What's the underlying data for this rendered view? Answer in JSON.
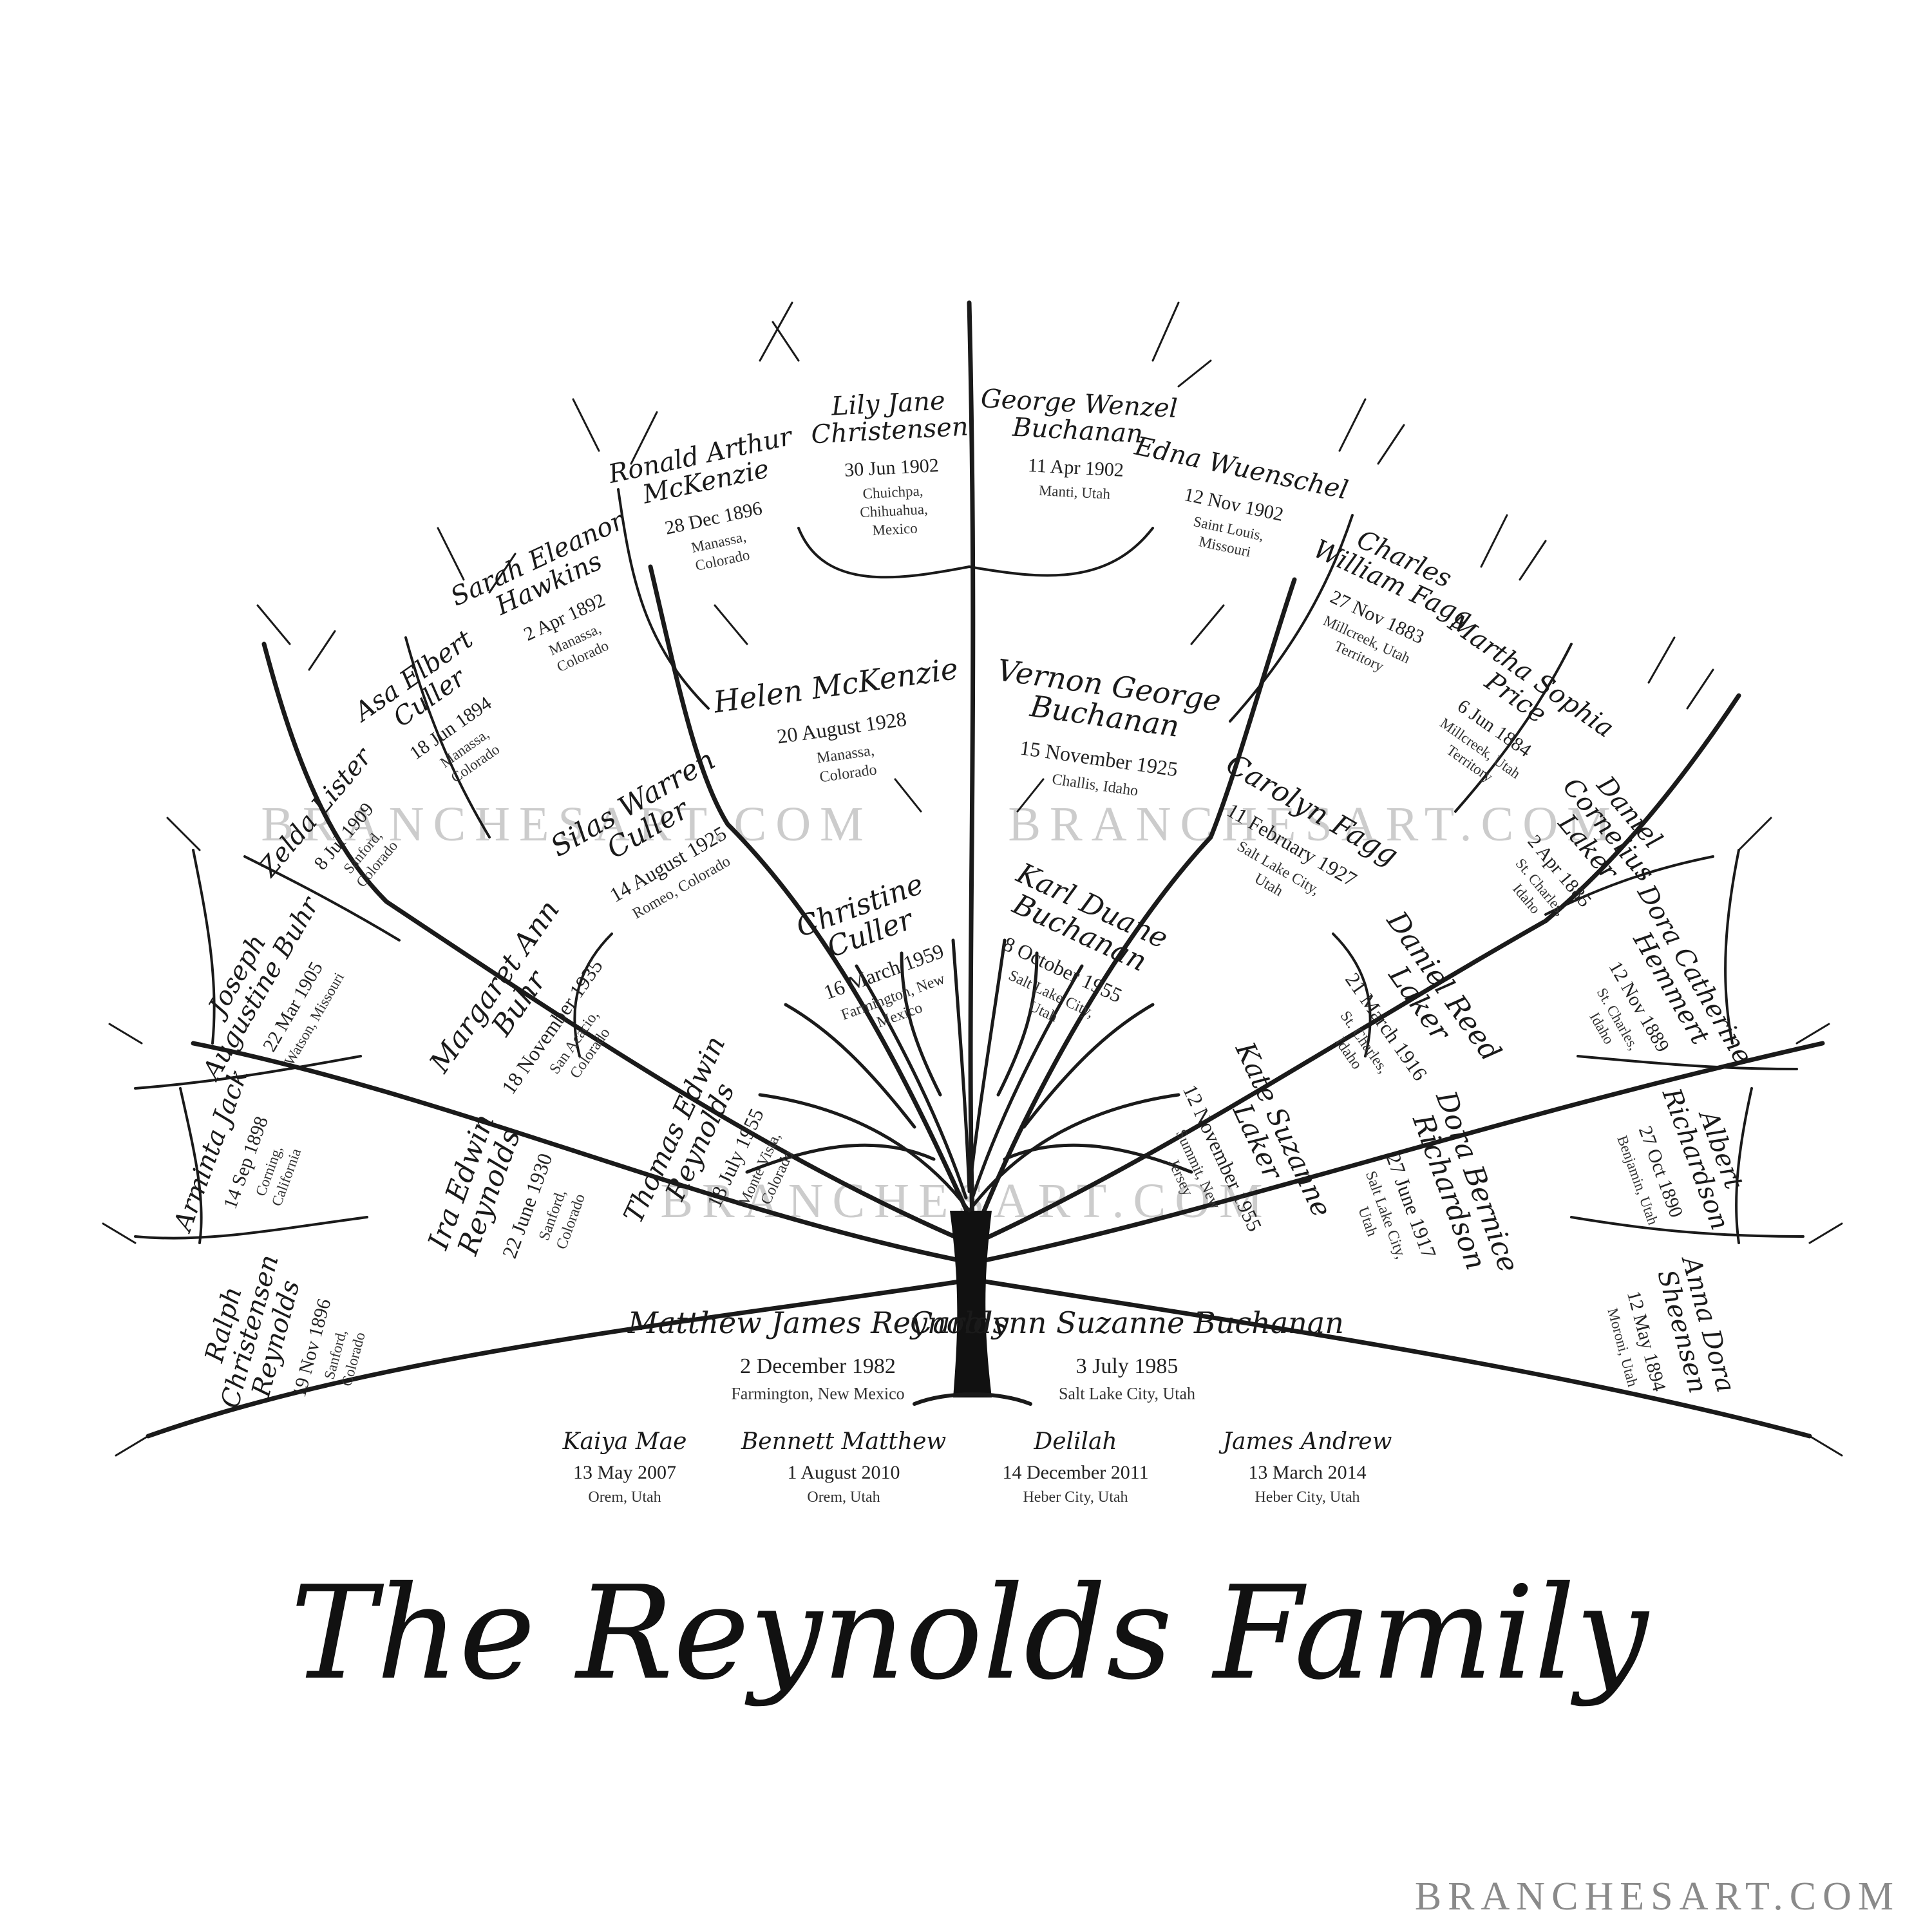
{
  "title": "The Reynolds Family",
  "watermark": "BRANCHESART.COM",
  "footer": "BRANCHESART.COM",
  "people": [
    {
      "id": "lily",
      "name": "Lily Jane Christensen",
      "date": "30 Jun 1902",
      "place": "Chuichpa, Chihuahua, Mexico"
    },
    {
      "id": "george",
      "name": "George Wenzel Buchanan",
      "date": "11 Apr 1902",
      "place": "Manti, Utah"
    },
    {
      "id": "ronald",
      "name": "Ronald Arthur McKenzie",
      "date": "28 Dec 1896",
      "place": "Manassa, Colorado"
    },
    {
      "id": "edna",
      "name": "Edna Wuenschel",
      "date": "12 Nov 1902",
      "place": "Saint Louis, Missouri"
    },
    {
      "id": "sarah",
      "name": "Sarah Eleanor Hawkins",
      "date": "2 Apr 1892",
      "place": "Manassa, Colorado"
    },
    {
      "id": "charles",
      "name": "Charles William Fagg",
      "date": "27 Nov 1883",
      "place": "Millcreek, Utah Territory"
    },
    {
      "id": "asa",
      "name": "Asa Elbert Culler",
      "date": "18 Jun 1894",
      "place": "Manassa, Colorado"
    },
    {
      "id": "martha",
      "name": "Martha Sophia Price",
      "date": "6 Jun 1884",
      "place": "Millcreek, Utah Territory"
    },
    {
      "id": "zelda",
      "name": "Zelda Lister",
      "date": "8 Jul 1909",
      "place": "Sanford, Colorado"
    },
    {
      "id": "danielc",
      "name": "Daniel Cornelius Laker",
      "date": "2 Apr 1885",
      "place": "St. Charles, Idaho"
    },
    {
      "id": "joseph",
      "name": "Joseph Augustine Buhr",
      "date": "22 Mar 1905",
      "place": "Watson, Missouri"
    },
    {
      "id": "dorac",
      "name": "Dora Catherine Hemmert",
      "date": "12 Nov 1889",
      "place": "St. Charles, Idaho"
    },
    {
      "id": "arminta",
      "name": "Arminta Jack",
      "date": "14 Sep 1898",
      "place": "Corning, California"
    },
    {
      "id": "albert",
      "name": "Albert Richardson",
      "date": "27 Oct 1890",
      "place": "Benjamin, Utah"
    },
    {
      "id": "ralph",
      "name": "Ralph Christensen Reynolds",
      "date": "19 Nov 1896",
      "place": "Sanford, Colorado"
    },
    {
      "id": "anna",
      "name": "Anna Dora Sheensen",
      "date": "12 May 1894",
      "place": "Moroni, Utah"
    },
    {
      "id": "helen",
      "name": "Helen McKenzie",
      "date": "20 August 1928",
      "place": "Manassa, Colorado"
    },
    {
      "id": "vernon",
      "name": "Vernon George Buchanan",
      "date": "15 November 1925",
      "place": "Challis, Idaho"
    },
    {
      "id": "silas",
      "name": "Silas Warren Culler",
      "date": "14 August 1925",
      "place": "Romeo, Colorado"
    },
    {
      "id": "carolyn",
      "name": "Carolyn Fagg",
      "date": "11 February 1927",
      "place": "Salt Lake City, Utah"
    },
    {
      "id": "margaret",
      "name": "Margaret Ann Buhr",
      "date": "18 November 1935",
      "place": "San Acacio, Colorado"
    },
    {
      "id": "danielr",
      "name": "Daniel Reed Laker",
      "date": "21 March 1916",
      "place": "St. Charles, Idaho"
    },
    {
      "id": "ira",
      "name": "Ira Edwin Reynolds",
      "date": "22 June 1930",
      "place": "Sanford, Colorado"
    },
    {
      "id": "dorab",
      "name": "Dora Bernice Richardson",
      "date": "27 June 1917",
      "place": "Salt Lake City, Utah"
    },
    {
      "id": "christine",
      "name": "Christine Culler",
      "date": "16 March 1959",
      "place": "Farmington, New Mexico"
    },
    {
      "id": "karl",
      "name": "Karl Duane Buchanan",
      "date": "8 October 1955",
      "place": "Salt Lake City, Utah"
    },
    {
      "id": "thomas",
      "name": "Thomas Edwin Reynolds",
      "date": "18 July 1955",
      "place": "Monte Vista, Colorado"
    },
    {
      "id": "kate",
      "name": "Kate Suzanne Laker",
      "date": "12 November 1955",
      "place": "Summit, New Jersey"
    },
    {
      "id": "matthew",
      "name": "Matthew James Reynolds",
      "date": "2 December 1982",
      "place": "Farmington, New Mexico"
    },
    {
      "id": "carolynn",
      "name": "Carolynn Suzanne Buchanan",
      "date": "3 July 1985",
      "place": "Salt Lake City, Utah"
    }
  ],
  "children": [
    {
      "name": "Kaiya Mae",
      "date": "13 May 2007",
      "place": "Orem, Utah"
    },
    {
      "name": "Bennett Matthew",
      "date": "1 August 2010",
      "place": "Orem, Utah"
    },
    {
      "name": "Delilah",
      "date": "14 December 2011",
      "place": "Heber City, Utah"
    },
    {
      "name": "James Andrew",
      "date": "13 March 2014",
      "place": "Heber City, Utah"
    }
  ]
}
